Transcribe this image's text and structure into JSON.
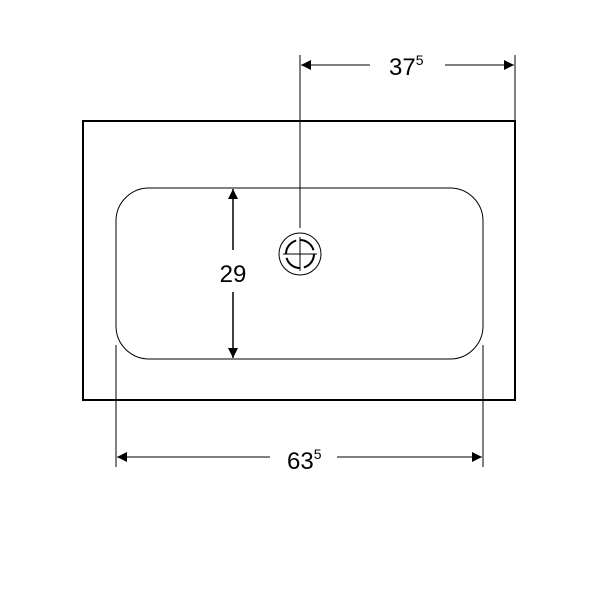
{
  "dimensions": {
    "drain_offset": {
      "main": "37",
      "sup": "5"
    },
    "basin_depth": {
      "main": "29"
    },
    "basin_width": {
      "main": "63",
      "sup": "5"
    }
  },
  "colors": {
    "line": "#000000",
    "background": "#ffffff"
  }
}
